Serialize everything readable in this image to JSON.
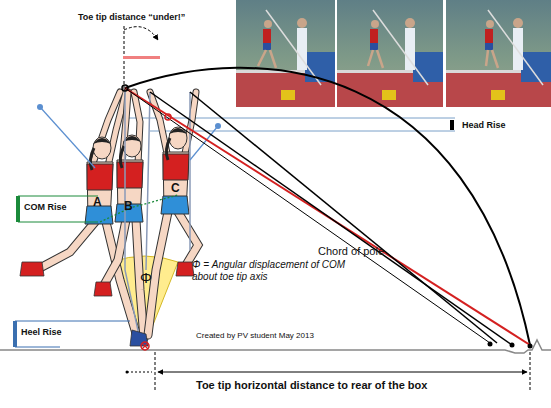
{
  "diagram": {
    "labels": [
      "Toe tip distance “under!”",
      "Head Rise",
      "COM Rise",
      "A",
      "B",
      "C",
      "Chord of pole",
      "Φ",
      "Φ = Angular displacement of COM about toe tip axis",
      "Heel Rise",
      "Created by PV student May 2013",
      "Toe tip horizontal distance to rear of the box"
    ]
  }
}
